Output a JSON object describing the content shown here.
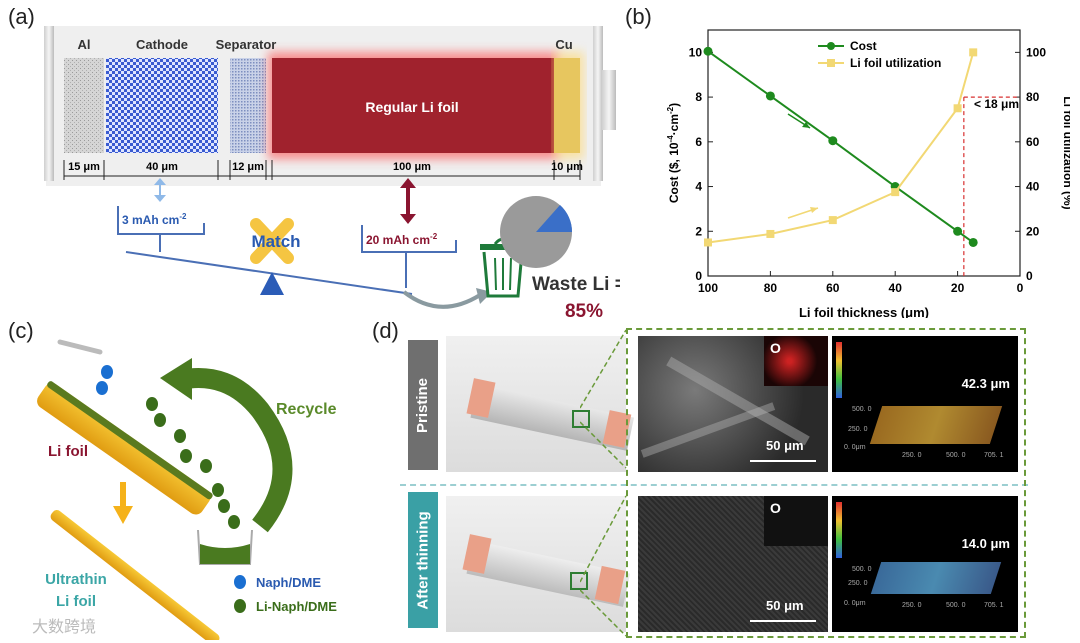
{
  "panels": {
    "a": "(a)",
    "b": "(b)",
    "c": "(c)",
    "d": "(d)"
  },
  "panel_a": {
    "layers": [
      "Al",
      "Cathode",
      "Separator",
      "Cu"
    ],
    "li_foil": "Regular Li foil",
    "dims": [
      "15 μm",
      "40 μm",
      "12 μm",
      "100 μm",
      "10 μm"
    ],
    "cathode_cap": "3 mAh cm",
    "cathode_cap_sup": "-2",
    "li_cap": "20 mAh cm",
    "li_cap_sup": "-2",
    "match": "Match",
    "waste_1": "Waste Li =",
    "waste_2": "85%"
  },
  "chart_data": {
    "type": "line",
    "xlabel": "Li foil thickness (μm)",
    "ylabel_left": "Cost ($, 10",
    "ylabel_left_sup": "-4",
    "ylabel_left_tail": "·cm",
    "ylabel_left_sup2": "-2",
    "ylabel_left_close": ")",
    "ylabel_right": "Li foil utilization (%)",
    "xlim": [
      100,
      0
    ],
    "ylim_left": [
      0,
      11
    ],
    "ylim_right": [
      0,
      110
    ],
    "xticks": [
      100,
      80,
      60,
      40,
      20,
      0
    ],
    "yticks_left": [
      0,
      2,
      4,
      6,
      8,
      10
    ],
    "yticks_right": [
      0,
      20,
      40,
      60,
      80,
      100
    ],
    "series": [
      {
        "name": "Cost",
        "color": "#1e8a1e",
        "axis": "left",
        "x": [
          100,
          80,
          60,
          40,
          20,
          15
        ],
        "y": [
          10.05,
          8.05,
          6.05,
          4.0,
          2.0,
          1.5
        ]
      },
      {
        "name": "Li foil utilization",
        "color": "#f2d874",
        "axis": "right",
        "x": [
          100,
          80,
          60,
          40,
          20,
          15
        ],
        "y": [
          15,
          18.8,
          25,
          37.5,
          75,
          100
        ]
      }
    ],
    "annotation": "< 18 μm",
    "ref_line_x": 18,
    "ref_line_y_right": 80
  },
  "panel_c": {
    "li_foil": "Li foil",
    "recycle": "Recycle",
    "ultrathin_1": "Ultrathin",
    "ultrathin_2": "Li foil",
    "legend_1": "Naph/DME",
    "legend_2": "Li-Naph/DME"
  },
  "panel_d": {
    "row1_label": "Pristine",
    "row2_label": "After thinning",
    "o_label": "O",
    "scale": "50 μm",
    "thick_1": "42.3 μm",
    "thick_2": "14.0 μm",
    "axis_500": "500. 0",
    "axis_250": "250. 0",
    "axis_0": "0. 0",
    "axis_um": "0. 0μm",
    "axis_x2": "250. 0",
    "axis_x3": "500. 0",
    "axis_x4": "705. 1"
  },
  "watermark": "大数跨境"
}
